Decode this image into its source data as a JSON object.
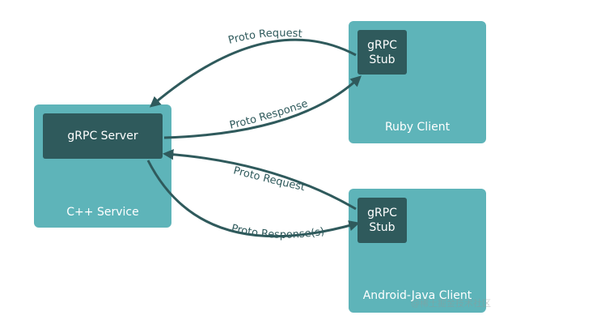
{
  "cpp_service": {
    "label": "C++ Service",
    "inner": "gRPC Server"
  },
  "ruby_client": {
    "label": "Ruby Client",
    "stub_line1": "gRPC",
    "stub_line2": "Stub"
  },
  "android_client": {
    "label": "Android-Java Client",
    "stub_line1": "gRPC",
    "stub_line2": "Stub"
  },
  "arrows": {
    "ruby_request": "Proto Request",
    "ruby_response": "Proto Response",
    "android_request": "Proto Request",
    "android_response": "Proto Response(s)"
  },
  "watermark": "@稀土掘金技术社区",
  "colors": {
    "service_box": "#5eb4b9",
    "stub_box": "#2f5a5c",
    "arrow": "#2f5a5c"
  }
}
